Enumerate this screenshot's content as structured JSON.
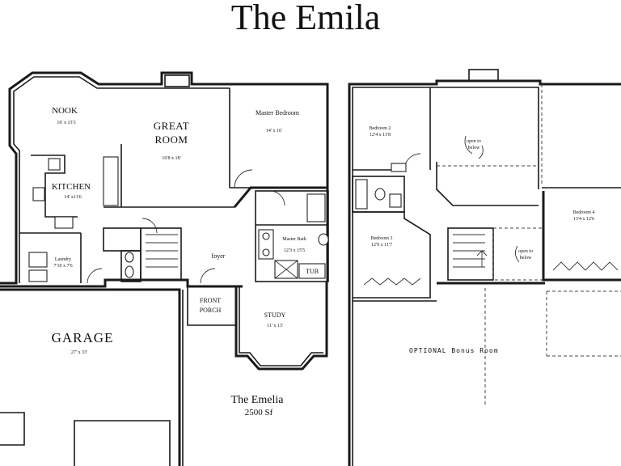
{
  "title": "The Emila",
  "footer": {
    "name": "The Emelia",
    "area": "2500 Sf"
  },
  "rooms": {
    "nook": {
      "name": "NOOK",
      "dims": "16' x 13'3"
    },
    "great_room": {
      "name1": "GREAT",
      "name2": "ROOM",
      "dims": "16'8 x 18'"
    },
    "master_bedroom": {
      "name": "Master Bedroom",
      "dims": "14' x 16'"
    },
    "kitchen": {
      "name": "KITCHEN",
      "dims": "14' x11'6"
    },
    "laundry": {
      "name": "Laundry",
      "dims": "7'10 x 7'6"
    },
    "foyer": {
      "name": "foyer"
    },
    "master_bath": {
      "name": "Master Bath",
      "dims": "12'3 x 15'5"
    },
    "tub": {
      "name": "TUB"
    },
    "front_porch": {
      "name1": "FRONT",
      "name2": "PORCH"
    },
    "study": {
      "name": "STUDY",
      "dims": "11' x 13'"
    },
    "garage": {
      "name": "GARAGE",
      "dims": "27' x 33'"
    },
    "bedroom2": {
      "name": "Bedroom 2",
      "dims": "12'4 x 11'8"
    },
    "bedroom3": {
      "name": "Bedroom 3",
      "dims": "12'9 x 11'7"
    },
    "bedroom4": {
      "name": "Bedroom 4",
      "dims": "13'4 x 12'6"
    }
  },
  "annotations": {
    "open_to_below_1": {
      "line1": "open to",
      "line2": "below"
    },
    "open_to_below_2": {
      "line1": "open to",
      "line2": "below"
    },
    "bonus_room": "OPTIONAL Bonus Room"
  }
}
